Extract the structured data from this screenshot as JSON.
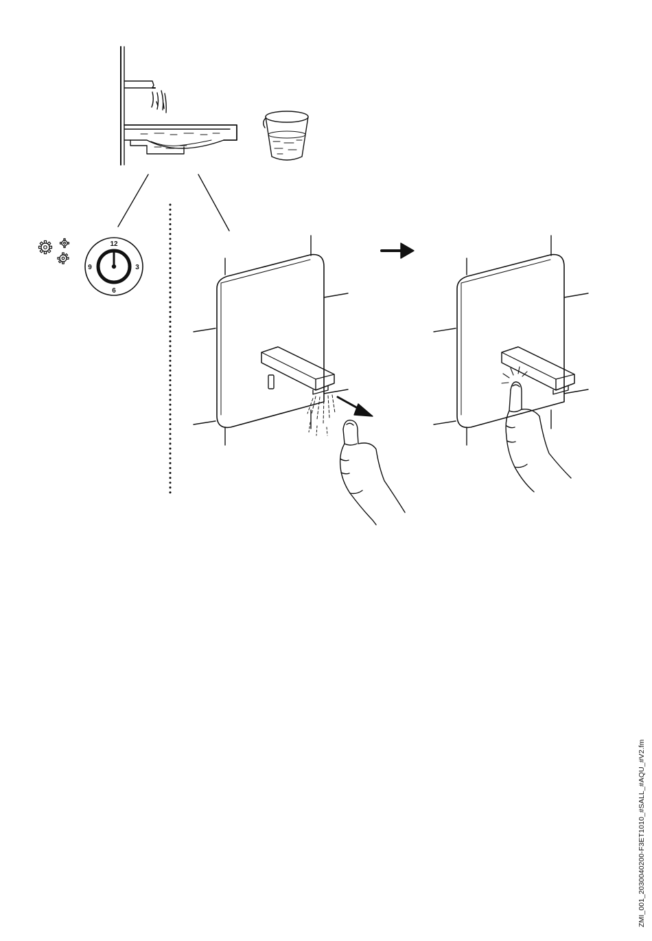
{
  "clock": {
    "n12": "12",
    "n3": "3",
    "n6": "6",
    "n9": "9"
  },
  "footer": {
    "code": "ZMI_001_2030040200-F3ET1010_#SALL_#AQU_#V2.fm"
  },
  "colors": {
    "ink": "#111111",
    "paper": "#ffffff"
  },
  "icons": [
    "gears-icon",
    "timer-clock-icon",
    "arrow-right-icon",
    "water-glass-icon",
    "hand-icon"
  ]
}
